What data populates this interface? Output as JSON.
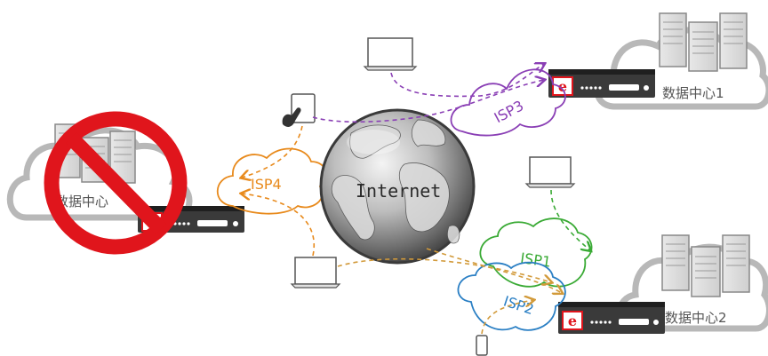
{
  "diagram": {
    "internet_label": "Internet",
    "datacenters": [
      {
        "id": "dc0",
        "label": "数据中心",
        "blocked": true
      },
      {
        "id": "dc1",
        "label": "数据中心1",
        "blocked": false
      },
      {
        "id": "dc2",
        "label": "数据中心2",
        "blocked": false
      }
    ],
    "isps": [
      {
        "id": "isp1",
        "label": "ISP1",
        "color": "#3aaa35"
      },
      {
        "id": "isp2",
        "label": "ISP2",
        "color": "#2a7fc4"
      },
      {
        "id": "isp3",
        "label": "ISP3",
        "color": "#8a3fb5"
      },
      {
        "id": "isp4",
        "label": "ISP4",
        "color": "#e88a1c"
      }
    ],
    "colors": {
      "blocked": "#e0151c",
      "cloud_stroke": "#b8b8b8",
      "server_body": "#3a3a3a",
      "dashed_tan": "#d29a3a"
    }
  }
}
